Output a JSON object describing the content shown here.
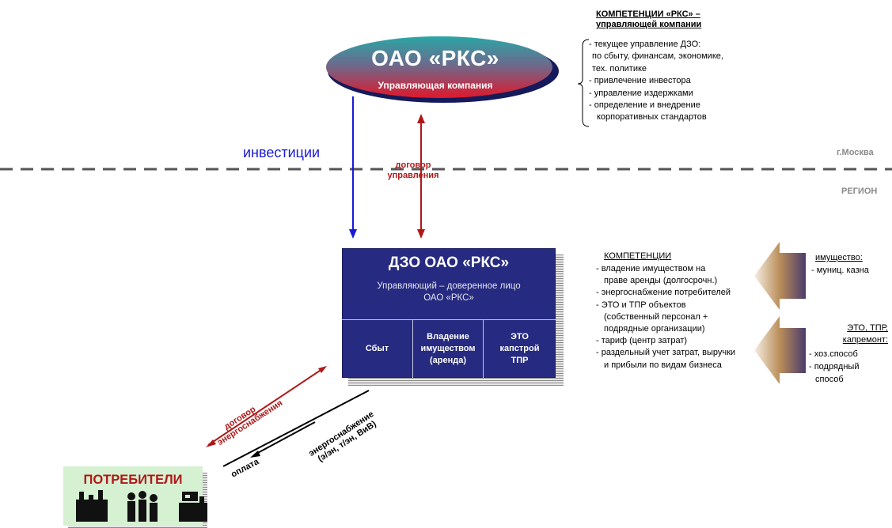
{
  "hq": {
    "title": "ОАО «РКС»",
    "subtitle": "Управляющая компания",
    "competences_title_1": "КОМПЕТЕНЦИИ «РКС» –",
    "competences_title_2": "управляющей компании",
    "competences": [
      "- текущее управление ДЗО:",
      "по сбыту, финансам, экономике,",
      "тех. политике",
      "- привлечение инвестора",
      "- управление издержками",
      "- определение и внедрение",
      "корпоративных стандартов"
    ]
  },
  "labels": {
    "moscow": "г.Москва",
    "region": "РЕГИОН",
    "investments": "инвестиции",
    "mgmt_contract_1": "договор",
    "mgmt_contract_2": "управления",
    "supply_contract_1": "договор",
    "supply_contract_2": "энергоснабжения",
    "payment": "оплата",
    "energy_supply_1": "энергоснабжение",
    "energy_supply_2": "(э/эн, т/эн, ВиВ)"
  },
  "dzo": {
    "title": "ДЗО ОАО «РКС»",
    "subtitle_1": "Управляющий – доверенное лицо",
    "subtitle_2": "ОАО «РКС»",
    "col1": "Сбыт",
    "col2_1": "Владение",
    "col2_2": "имуществом",
    "col2_3": "(аренда)",
    "col3_1": "ЭТО",
    "col3_2": "капстрой",
    "col3_3": "ТПР"
  },
  "dzo_competences": {
    "title": "КОМПЕТЕНЦИИ",
    "items": [
      "- владение имуществом на",
      "   праве аренды (долгосрочн.)",
      "- энергоснабжение потребителей",
      "- ЭТО и ТПР объектов",
      "   (собственный персонал +",
      "   подрядные организации)",
      "- тариф (центр затрат)",
      "- раздельный учет затрат, выручки",
      "   и прибыли по видам бизнеса"
    ]
  },
  "property": {
    "title": "имущество:",
    "item": "- муниц. казна"
  },
  "eto": {
    "title_1": "ЭТО, ТПР,",
    "title_2": "капремонт:",
    "items": [
      "- хоз.способ",
      "- подрядный",
      "  способ"
    ]
  },
  "consumers": {
    "title": "ПОТРЕБИТЕЛИ"
  },
  "colors": {
    "navy": "#262a80",
    "red": "#b01818",
    "blue": "#1a1ad6",
    "consumer_bg": "#d6f0d2"
  }
}
